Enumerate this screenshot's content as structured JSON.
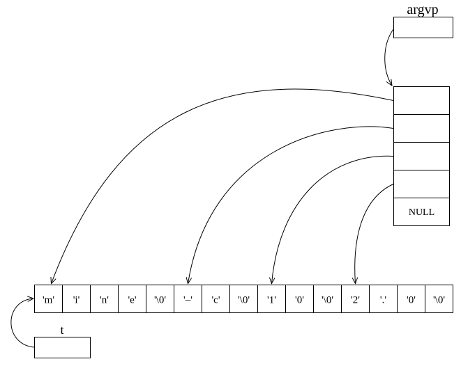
{
  "labels": {
    "argvp": "argvp",
    "t": "t",
    "null_entry": "NULL"
  },
  "char_cells": [
    "'m'",
    "'i'",
    "'n'",
    "'e'",
    "'\\0'",
    "'–'",
    "'c'",
    "'\\0'",
    "'1'",
    "'0'",
    "'\\0'",
    "'2'",
    "'.'",
    "'0'",
    "'\\0'"
  ],
  "pointer_array": {
    "count": 5,
    "targets": [
      0,
      5,
      8,
      11
    ]
  }
}
